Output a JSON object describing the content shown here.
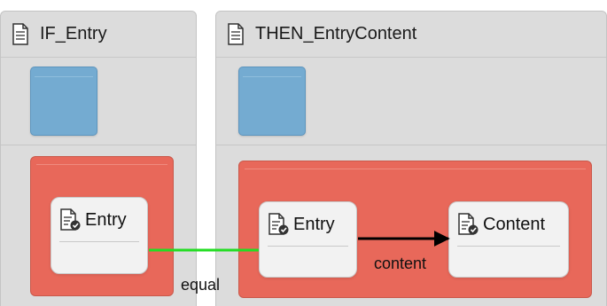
{
  "panels": {
    "if": {
      "title": "IF_Entry"
    },
    "then": {
      "title": "THEN_EntryContent"
    }
  },
  "nodes": {
    "if_entry": {
      "label": "Entry",
      "icon": "document-check-icon"
    },
    "then_entry": {
      "label": "Entry",
      "icon": "document-check-icon"
    },
    "then_content": {
      "label": "Content",
      "icon": "document-check-icon"
    }
  },
  "links": {
    "equal": {
      "label": "equal",
      "color": "#22dd22"
    },
    "content": {
      "label": "content",
      "color": "#000000"
    }
  },
  "colors": {
    "panel_bg": "#dcdcdc",
    "blue_tile": "#74abd1",
    "red_box": "#e8685a",
    "card_bg": "#f2f2f2"
  }
}
